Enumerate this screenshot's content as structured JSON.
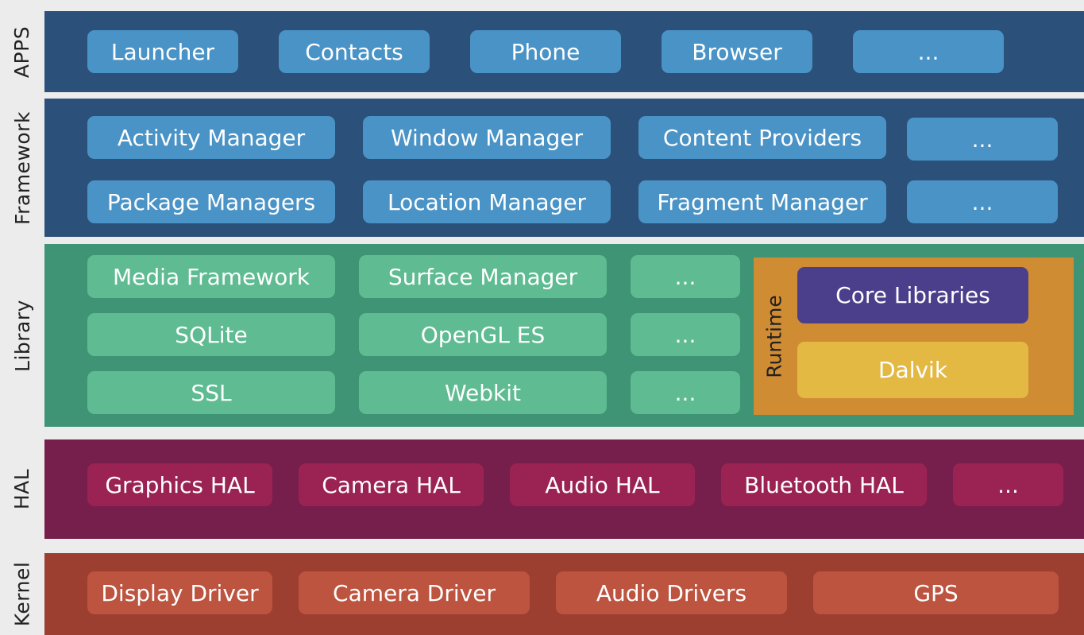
{
  "layers": {
    "apps": {
      "label": "APPS",
      "items": [
        "Launcher",
        "Contacts",
        "Phone",
        "Browser",
        "..."
      ]
    },
    "framework": {
      "label": "Framework",
      "row1": [
        "Activity Manager",
        "Window Manager",
        "Content Providers",
        "..."
      ],
      "row2": [
        "Package Managers",
        "Location Manager",
        "Fragment Manager",
        "..."
      ]
    },
    "library": {
      "label": "Library",
      "col1": [
        "Media Framework",
        "SQLite",
        "SSL"
      ],
      "col2": [
        "Surface Manager",
        "OpenGL ES",
        "Webkit"
      ],
      "col3": [
        "...",
        "...",
        "..."
      ],
      "runtime": {
        "label": "Runtime",
        "items": [
          "Core Libraries",
          "Dalvik"
        ]
      }
    },
    "hal": {
      "label": "HAL",
      "items": [
        "Graphics HAL",
        "Camera HAL",
        "Audio HAL",
        "Bluetooth HAL",
        "..."
      ]
    },
    "kernel": {
      "label": "Kernel",
      "items": [
        "Display Driver",
        "Camera Driver",
        "Audio Drivers",
        "GPS"
      ]
    }
  },
  "colors": {
    "background": "#ececec",
    "apps_band": "#2b5079",
    "framework_band": "#2b5079",
    "blue_box": "#4a93c6",
    "library_band": "#3e9474",
    "green_box": "#5fbb91",
    "runtime_panel": "#cf8c33",
    "core_libraries_box": "#4b3f8c",
    "dalvik_box": "#e3b944",
    "hal_band": "#761e4c",
    "hal_box": "#9b2353",
    "kernel_band": "#9c3e30",
    "kernel_box": "#bc5440"
  }
}
